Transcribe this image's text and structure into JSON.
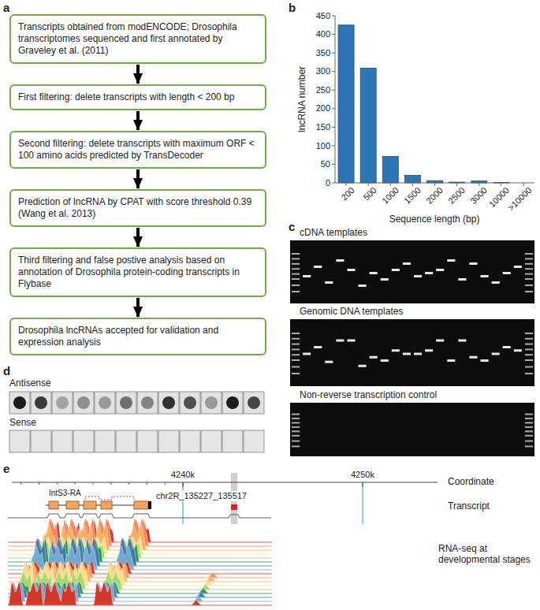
{
  "diagram": {
    "nodes": [
      {
        "text": [
          "Transcripts obtained from modENCODE; Drosophila transcriptomes sequenced and first annotated by Graveley et al. (2011)"
        ]
      },
      {
        "text": [
          "First filtering: delete transcripts with length < 200 bp"
        ]
      },
      {
        "text": [
          "Second filtering: delete transcripts with maximum ORF < 100 amino acids predicted by TransDecoder"
        ]
      },
      {
        "text": [
          "Prediction of lncRNA by CPAT with score threshold 0.39 (Wang et al. 2013)"
        ]
      },
      {
        "text": [
          "Third filtering and false postive analysis based on annotation of Drosophila protein-coding transcripts in Flybase"
        ]
      },
      {
        "text": [
          "Drosophila lncRNAs accepted for validation and expression analysis"
        ]
      }
    ],
    "edges": [
      {
        "from": 0,
        "to": 1,
        "arrow": "to"
      },
      {
        "from": 1,
        "to": 2,
        "arrow": "to"
      },
      {
        "from": 2,
        "to": 3,
        "arrow": "to"
      },
      {
        "from": 3,
        "to": 4,
        "arrow": "to"
      },
      {
        "from": 4,
        "to": 5,
        "arrow": "to"
      }
    ],
    "labels": [
      "a",
      "b",
      "c",
      "d",
      "e",
      "lncRNA number",
      "450",
      "400",
      "350",
      "300",
      "250",
      "200",
      "150",
      "100",
      "50",
      "0",
      "200",
      "500",
      "1000",
      "1500",
      "2000",
      "2500",
      "3000",
      "10000",
      ">10000",
      "Sequence length (bp)",
      "cDNA templates",
      "Genomic DNA templates",
      "Non-reverse transcription control",
      "Antisense",
      "Sense",
      "4240k",
      "4250k",
      "Coordinate",
      "IntS3-RA",
      "chr2R_135227_135517",
      "Transcript",
      "RNA-seq at developmental stages"
    ]
  }
}
